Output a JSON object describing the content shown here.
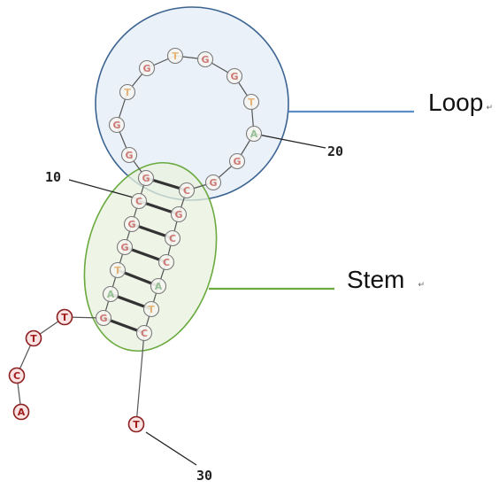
{
  "annotations": {
    "loop": {
      "label": "Loop",
      "mark": "↵",
      "fill": "#e6eef8",
      "stroke": "#3b6391",
      "line": "#5b8fc7"
    },
    "stem": {
      "label": "Stem",
      "mark": "↵",
      "fill": "#e8f2de",
      "stroke": "#6aaa3f",
      "line": "#6aaa3f"
    }
  },
  "position_labels": {
    "p10": "10",
    "p20": "20",
    "p30": "30"
  },
  "sequence": {
    "tail": [
      {
        "id": "a1",
        "base": "A"
      },
      {
        "id": "c2",
        "base": "C"
      },
      {
        "id": "t3",
        "base": "T"
      },
      {
        "id": "t4",
        "base": "T"
      }
    ],
    "stem_left": [
      {
        "id": "g5",
        "base": "G"
      },
      {
        "id": "a6",
        "base": "A"
      },
      {
        "id": "t7",
        "base": "T"
      },
      {
        "id": "g8",
        "base": "G"
      },
      {
        "id": "g9",
        "base": "G"
      },
      {
        "id": "c10",
        "base": "C"
      },
      {
        "id": "g11",
        "base": "G"
      }
    ],
    "loop": [
      {
        "id": "g12",
        "base": "G"
      },
      {
        "id": "g13",
        "base": "G"
      },
      {
        "id": "t14",
        "base": "T"
      },
      {
        "id": "g15",
        "base": "G"
      },
      {
        "id": "t16",
        "base": "T"
      },
      {
        "id": "g17",
        "base": "G"
      },
      {
        "id": "g18",
        "base": "G"
      },
      {
        "id": "t19",
        "base": "T"
      },
      {
        "id": "a20",
        "base": "A"
      },
      {
        "id": "g21",
        "base": "G"
      },
      {
        "id": "g22",
        "base": "G"
      }
    ],
    "stem_right": [
      {
        "id": "c23",
        "base": "C"
      },
      {
        "id": "g24",
        "base": "G"
      },
      {
        "id": "c25",
        "base": "C"
      },
      {
        "id": "c26",
        "base": "C"
      },
      {
        "id": "a27",
        "base": "A"
      },
      {
        "id": "t28",
        "base": "T"
      },
      {
        "id": "c29",
        "base": "C"
      }
    ],
    "tail_3": [
      {
        "id": "t30",
        "base": "T"
      }
    ]
  },
  "base_colors": {
    "G": "#c0504d",
    "C": "#c0504d",
    "T": "#e0a050",
    "A": "#7bb07b"
  }
}
